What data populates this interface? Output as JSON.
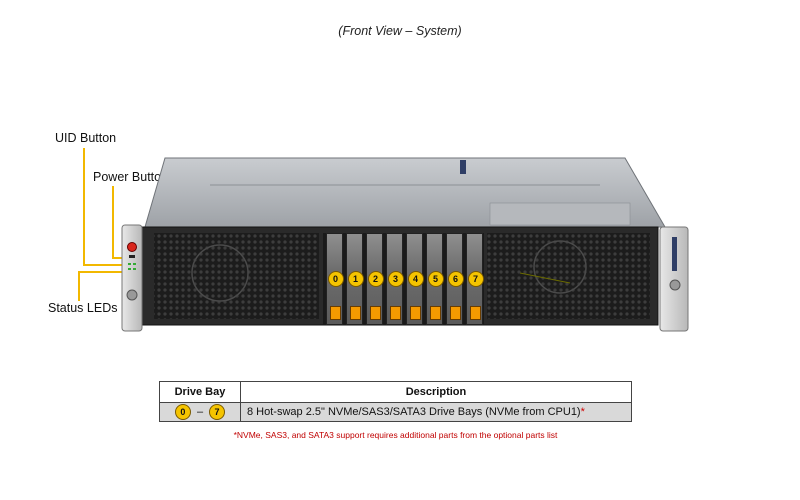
{
  "caption": "(Front View – System)",
  "callouts": {
    "uid_button": "UID Button",
    "power_button": "Power Button",
    "status_leds": "Status LEDs"
  },
  "bays": [
    "0",
    "1",
    "2",
    "3",
    "4",
    "5",
    "6",
    "7"
  ],
  "table": {
    "headers": [
      "Drive Bay",
      "Description"
    ],
    "row": {
      "bay_start": "0",
      "bay_sep": "–",
      "bay_end": "7",
      "description": "8 Hot-swap 2.5\" NVMe/SAS3/SATA3 Drive Bays (NVMe from CPU1)",
      "mark": "*"
    }
  },
  "footnote": "*NVMe, SAS3, and SATA3 support requires additional parts from the optional parts list",
  "colors": {
    "accent": "#f5c400",
    "leader": "#f2b800",
    "footnote": "#c00000",
    "row_bg": "#d9d9d9"
  }
}
